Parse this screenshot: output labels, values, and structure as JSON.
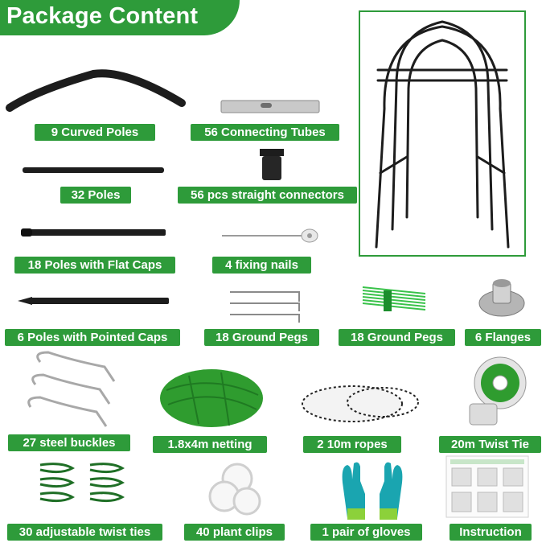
{
  "header": {
    "title": "Package Content"
  },
  "colors": {
    "brand_green": "#2e9b3a",
    "pole_black": "#1d1d1d",
    "net_green": "#2f9c2f"
  },
  "items": [
    {
      "label": "9 Curved Poles",
      "icon": "curved-pole"
    },
    {
      "label": "56 Connecting Tubes",
      "icon": "connecting-tube"
    },
    {
      "label": "32 Poles",
      "icon": "pole"
    },
    {
      "label": "56 pcs straight connectors",
      "icon": "straight-connector"
    },
    {
      "label": "18 Poles with Flat Caps",
      "icon": "pole-flat-cap"
    },
    {
      "label": "4 fixing nails",
      "icon": "fixing-nail"
    },
    {
      "label": "6 Poles with Pointed Caps",
      "icon": "pole-pointed-cap"
    },
    {
      "label": "18 Ground Pegs",
      "icon": "ground-peg"
    },
    {
      "label": "18 Ground Pegs",
      "icon": "green-cable-ties"
    },
    {
      "label": "6 Flanges",
      "icon": "flange"
    },
    {
      "label": "27 steel buckles",
      "icon": "steel-buckle"
    },
    {
      "label": "1.8x4m netting",
      "icon": "netting"
    },
    {
      "label": "2 10m ropes",
      "icon": "rope"
    },
    {
      "label": "20m Twist Tie",
      "icon": "twist-tie-reel"
    },
    {
      "label": "30 adjustable twist ties",
      "icon": "twist-ties"
    },
    {
      "label": "40 plant clips",
      "icon": "plant-clips"
    },
    {
      "label": "1 pair of gloves",
      "icon": "gloves"
    },
    {
      "label": "Instruction",
      "icon": "instruction-sheet"
    }
  ]
}
